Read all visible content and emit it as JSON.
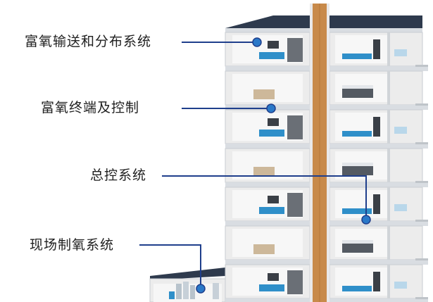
{
  "labels": {
    "distribution": "富氧输送和分布系统",
    "terminal": "富氧终端及控制",
    "master_control": "总控系统",
    "onsite_generation": "现场制氧系统"
  },
  "colors": {
    "leader_line": "#1f3f8c",
    "marker_fill": "#2a78c8",
    "shaft": "#c88a4a",
    "roof": "#2e3a4d",
    "slab": "#d9dde2",
    "wall": "#ececec",
    "furniture_blue": "#2f8fc9"
  },
  "icons": {
    "marker": "oxygen-outlet-icon",
    "generator": "oxygen-generator-icon"
  }
}
